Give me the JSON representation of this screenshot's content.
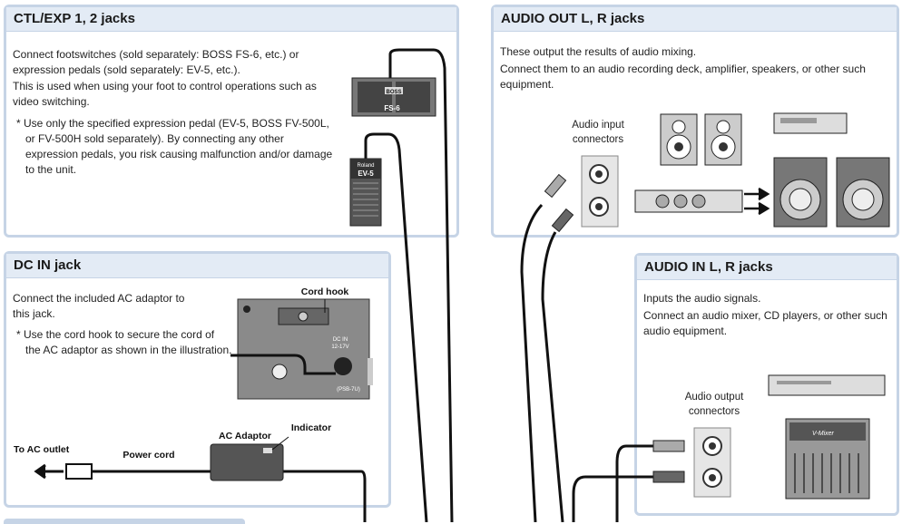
{
  "ctl_exp": {
    "title": "CTL/EXP 1, 2 jacks",
    "p1": "Connect footswitches (sold separately: BOSS FS-6, etc.) or expression pedals (sold separately: EV-5, etc.).",
    "p2": "This is used when using your foot to control operations such as video switching.",
    "note": "* Use only the specified expression pedal (EV-5, BOSS FV-500L, or FV-500H sold separately). By connecting any other expression pedals, you risk causing malfunction and/or damage to the unit.",
    "fs6_brand": "BOSS",
    "fs6_model": "FS-6",
    "ev5_brand": "Roland",
    "ev5_model": "EV-5"
  },
  "audio_out": {
    "title": "AUDIO OUT L, R jacks",
    "p1": "These output the results of audio mixing.",
    "p2": "Connect them to an audio recording deck, amplifier, speakers, or other such equipment.",
    "connectors_label": "Audio input connectors"
  },
  "dc_in": {
    "title": "DC IN jack",
    "p1": "Connect the included AC adaptor to this jack.",
    "note": "* Use the cord hook to secure the cord of the AC adaptor as shown in the illustration.",
    "cord_hook": "Cord hook",
    "dc_label": "DC IN",
    "voltage": "12-17V",
    "psb": "(PSB-7U)",
    "indicator": "Indicator",
    "ac_adaptor": "AC Adaptor",
    "to_ac_outlet": "To AC outlet",
    "power_cord": "Power cord"
  },
  "audio_in": {
    "title": "AUDIO IN L, R jacks",
    "p1": "Inputs the audio signals.",
    "p2": "Connect an audio mixer, CD players, or other such audio equipment.",
    "connectors_label": "Audio output connectors",
    "mixer_brand": "V-Mixer"
  },
  "colors": {
    "panel_border": "#c6d4e6",
    "panel_header": "#e3ebf5"
  }
}
